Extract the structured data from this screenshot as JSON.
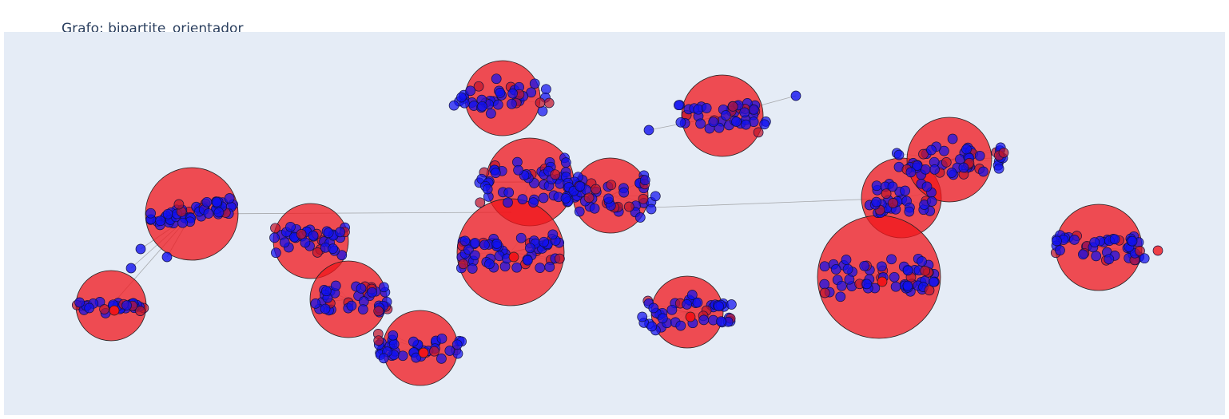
{
  "chart_data": {
    "type": "scatter",
    "title": "Grafo: bipartite_orientador",
    "xlabel": "",
    "ylabel": "",
    "grid": false,
    "legend": "none",
    "colors": {
      "background": "#e5ecf6",
      "hub": "#f0151b",
      "node": "#1010f0",
      "edge": "#8c8c8c",
      "title": "#2a3f5f"
    },
    "clusters": [
      {
        "hub": [
          240,
          268
        ],
        "hub_r": 58,
        "spread": [
          52,
          12
        ],
        "n": 55,
        "slope": 0.18,
        "band": 1
      },
      {
        "hub": [
          139,
          383
        ],
        "hub_r": 44,
        "spread": [
          45,
          5
        ],
        "n": 30,
        "slope": 0,
        "band": 1
      },
      {
        "hub": [
          389,
          302
        ],
        "hub_r": 47,
        "spread": [
          46,
          10
        ],
        "n": 40,
        "slope": 0,
        "band": 2
      },
      {
        "hub": [
          436,
          375
        ],
        "hub_r": 48,
        "spread": [
          50,
          10
        ],
        "n": 40,
        "slope": 0,
        "band": 2
      },
      {
        "hub": [
          526,
          436
        ],
        "hub_r": 47,
        "spread": [
          54,
          8
        ],
        "n": 40,
        "slope": 0,
        "band": 2
      },
      {
        "hub": [
          629,
          123
        ],
        "hub_r": 47,
        "spread": [
          62,
          8
        ],
        "n": 40,
        "slope": 0,
        "band": 2
      },
      {
        "hub": [
          663,
          228
        ],
        "hub_r": 55,
        "spread": [
          68,
          13
        ],
        "n": 55,
        "slope": 0,
        "band": 2
      },
      {
        "hub": [
          639,
          316
        ],
        "hub_r": 67,
        "spread": [
          62,
          11
        ],
        "n": 60,
        "slope": 0,
        "band": 2
      },
      {
        "hub": [
          764,
          245
        ],
        "hub_r": 47,
        "spread": [
          58,
          12
        ],
        "n": 50,
        "slope": 0,
        "band": 2
      },
      {
        "hub": [
          904,
          145
        ],
        "hub_r": 51,
        "spread": [
          55,
          8
        ],
        "n": 45,
        "slope": 0,
        "band": 2
      },
      {
        "hub": [
          860,
          391
        ],
        "hub_r": 45,
        "spread": [
          58,
          10
        ],
        "n": 45,
        "slope": 0,
        "band": 2
      },
      {
        "hub": [
          1128,
          248
        ],
        "hub_r": 50,
        "spread": [
          40,
          10
        ],
        "n": 35,
        "slope": 0,
        "band": 2
      },
      {
        "hub": [
          1188,
          200
        ],
        "hub_r": 53,
        "spread": [
          68,
          10
        ],
        "n": 55,
        "slope": 0,
        "band": 2
      },
      {
        "hub": [
          1100,
          347
        ],
        "hub_r": 77,
        "spread": [
          70,
          11
        ],
        "n": 60,
        "slope": 0,
        "band": 2
      },
      {
        "hub": [
          1375,
          310
        ],
        "hub_r": 54,
        "spread": [
          58,
          8
        ],
        "n": 45,
        "slope": 0,
        "band": 2
      }
    ],
    "extra_nodes": [
      {
        "p": [
          176,
          312
        ],
        "type": "node"
      },
      {
        "p": [
          209,
          322
        ],
        "type": "node"
      },
      {
        "p": [
          164,
          336
        ],
        "type": "node"
      },
      {
        "p": [
          812,
          163
        ],
        "type": "node"
      },
      {
        "p": [
          996,
          120
        ],
        "type": "node"
      },
      {
        "p": [
          1449,
          314
        ],
        "type": "hub"
      }
    ],
    "extra_edges": [
      [
        [
          240,
          268
        ],
        [
          640,
          266
        ]
      ],
      [
        [
          764,
          262
        ],
        [
          1128,
          248
        ]
      ],
      [
        [
          240,
          268
        ],
        [
          176,
          312
        ]
      ],
      [
        [
          240,
          268
        ],
        [
          209,
          322
        ]
      ],
      [
        [
          240,
          268
        ],
        [
          164,
          336
        ]
      ],
      [
        [
          240,
          268
        ],
        [
          139,
          383
        ]
      ],
      [
        [
          812,
          163
        ],
        [
          904,
          145
        ]
      ],
      [
        [
          904,
          145
        ],
        [
          996,
          120
        ]
      ]
    ]
  }
}
